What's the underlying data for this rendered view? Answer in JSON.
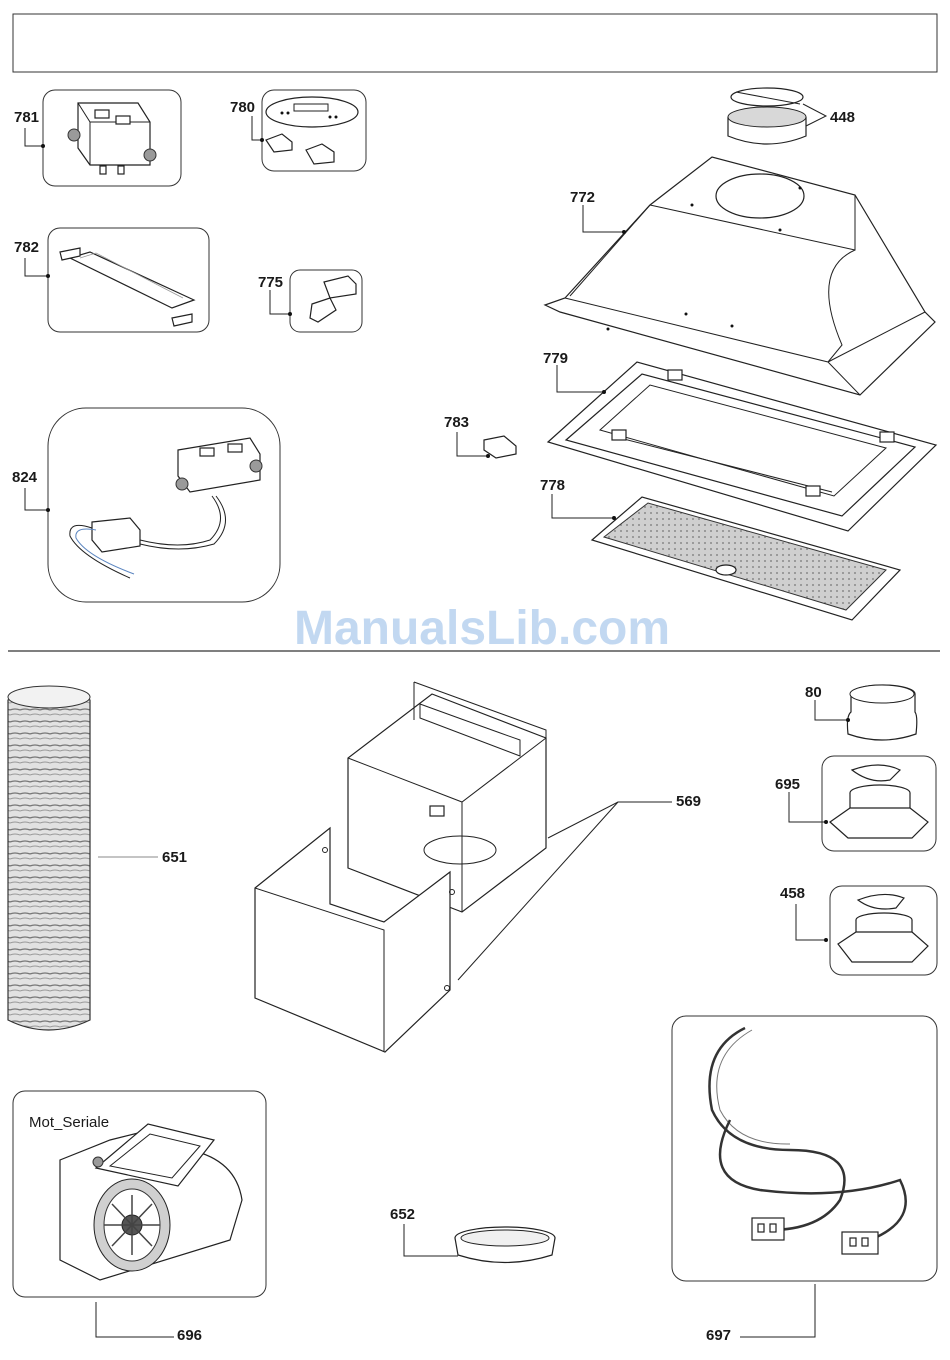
{
  "watermark": "ManualsLib.com",
  "parts_top": [
    {
      "id": "781",
      "label": "781"
    },
    {
      "id": "780",
      "label": "780"
    },
    {
      "id": "782",
      "label": "782"
    },
    {
      "id": "775",
      "label": "775"
    },
    {
      "id": "824",
      "label": "824"
    },
    {
      "id": "448",
      "label": "448"
    },
    {
      "id": "772",
      "label": "772"
    },
    {
      "id": "779",
      "label": "779"
    },
    {
      "id": "783",
      "label": "783"
    },
    {
      "id": "778",
      "label": "778"
    }
  ],
  "parts_bottom": [
    {
      "id": "651",
      "label": "651"
    },
    {
      "id": "569",
      "label": "569"
    },
    {
      "id": "80",
      "label": "80"
    },
    {
      "id": "695",
      "label": "695"
    },
    {
      "id": "458",
      "label": "458"
    },
    {
      "id": "652",
      "label": "652"
    },
    {
      "id": "696",
      "label": "696"
    },
    {
      "id": "697",
      "label": "697"
    }
  ],
  "motor_caption": "Mot_Seriale"
}
